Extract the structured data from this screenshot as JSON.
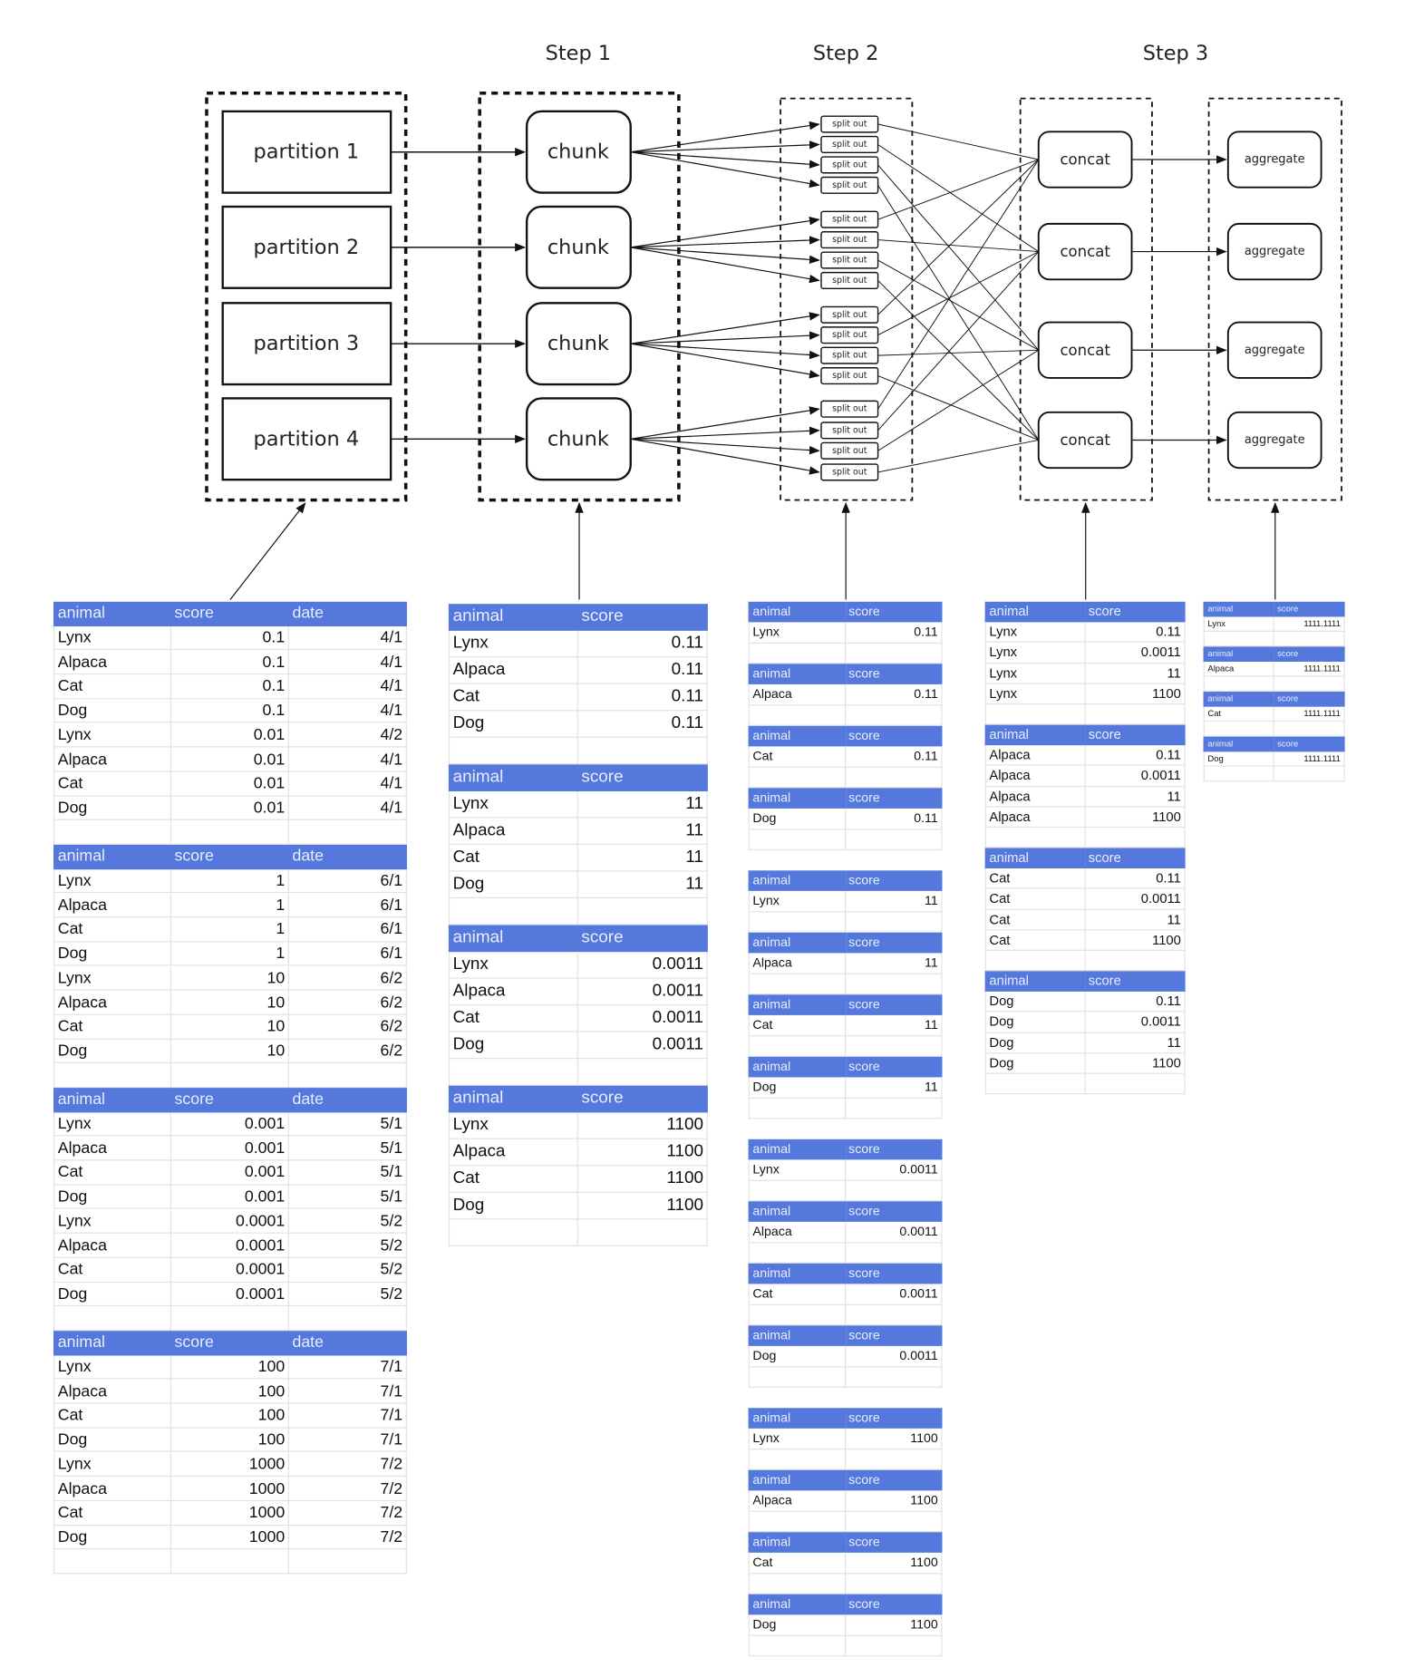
{
  "steps": [
    "Step 1",
    "Step 2",
    "Step 3"
  ],
  "nodes": {
    "partitions": [
      "partition 1",
      "partition 2",
      "partition 3",
      "partition 4"
    ],
    "chunk_label": "chunk",
    "split_label": "split out",
    "concat_label": "concat",
    "aggregate_label": "aggregate"
  },
  "colors": {
    "header_bg": "#5478db",
    "header_text": "#e8eeff",
    "line": "#111111"
  },
  "tables": {
    "partitions": {
      "columns": [
        "animal",
        "score",
        "date"
      ],
      "groups": [
        [
          [
            "Lynx",
            "0.1",
            "4/1"
          ],
          [
            "Alpaca",
            "0.1",
            "4/1"
          ],
          [
            "Cat",
            "0.1",
            "4/1"
          ],
          [
            "Dog",
            "0.1",
            "4/1"
          ],
          [
            "Lynx",
            "0.01",
            "4/2"
          ],
          [
            "Alpaca",
            "0.01",
            "4/1"
          ],
          [
            "Cat",
            "0.01",
            "4/1"
          ],
          [
            "Dog",
            "0.01",
            "4/1"
          ]
        ],
        [
          [
            "Lynx",
            "1",
            "6/1"
          ],
          [
            "Alpaca",
            "1",
            "6/1"
          ],
          [
            "Cat",
            "1",
            "6/1"
          ],
          [
            "Dog",
            "1",
            "6/1"
          ],
          [
            "Lynx",
            "10",
            "6/2"
          ],
          [
            "Alpaca",
            "10",
            "6/2"
          ],
          [
            "Cat",
            "10",
            "6/2"
          ],
          [
            "Dog",
            "10",
            "6/2"
          ]
        ],
        [
          [
            "Lynx",
            "0.001",
            "5/1"
          ],
          [
            "Alpaca",
            "0.001",
            "5/1"
          ],
          [
            "Cat",
            "0.001",
            "5/1"
          ],
          [
            "Dog",
            "0.001",
            "5/1"
          ],
          [
            "Lynx",
            "0.0001",
            "5/2"
          ],
          [
            "Alpaca",
            "0.0001",
            "5/2"
          ],
          [
            "Cat",
            "0.0001",
            "5/2"
          ],
          [
            "Dog",
            "0.0001",
            "5/2"
          ]
        ],
        [
          [
            "Lynx",
            "100",
            "7/1"
          ],
          [
            "Alpaca",
            "100",
            "7/1"
          ],
          [
            "Cat",
            "100",
            "7/1"
          ],
          [
            "Dog",
            "100",
            "7/1"
          ],
          [
            "Lynx",
            "1000",
            "7/2"
          ],
          [
            "Alpaca",
            "1000",
            "7/2"
          ],
          [
            "Cat",
            "1000",
            "7/2"
          ],
          [
            "Dog",
            "1000",
            "7/2"
          ]
        ]
      ]
    },
    "chunks": {
      "columns": [
        "animal",
        "score"
      ],
      "groups": [
        [
          [
            "Lynx",
            "0.11"
          ],
          [
            "Alpaca",
            "0.11"
          ],
          [
            "Cat",
            "0.11"
          ],
          [
            "Dog",
            "0.11"
          ]
        ],
        [
          [
            "Lynx",
            "11"
          ],
          [
            "Alpaca",
            "11"
          ],
          [
            "Cat",
            "11"
          ],
          [
            "Dog",
            "11"
          ]
        ],
        [
          [
            "Lynx",
            "0.0011"
          ],
          [
            "Alpaca",
            "0.0011"
          ],
          [
            "Cat",
            "0.0011"
          ],
          [
            "Dog",
            "0.0011"
          ]
        ],
        [
          [
            "Lynx",
            "1100"
          ],
          [
            "Alpaca",
            "1100"
          ],
          [
            "Cat",
            "1100"
          ],
          [
            "Dog",
            "1100"
          ]
        ]
      ]
    },
    "split_outs": {
      "columns": [
        "animal",
        "score"
      ],
      "groups": [
        [
          [
            "Lynx",
            "0.11"
          ]
        ],
        [
          [
            "Alpaca",
            "0.11"
          ]
        ],
        [
          [
            "Cat",
            "0.11"
          ]
        ],
        [
          [
            "Dog",
            "0.11"
          ]
        ],
        [
          [
            "Lynx",
            "11"
          ]
        ],
        [
          [
            "Alpaca",
            "11"
          ]
        ],
        [
          [
            "Cat",
            "11"
          ]
        ],
        [
          [
            "Dog",
            "11"
          ]
        ],
        [
          [
            "Lynx",
            "0.0011"
          ]
        ],
        [
          [
            "Alpaca",
            "0.0011"
          ]
        ],
        [
          [
            "Cat",
            "0.0011"
          ]
        ],
        [
          [
            "Dog",
            "0.0011"
          ]
        ],
        [
          [
            "Lynx",
            "1100"
          ]
        ],
        [
          [
            "Alpaca",
            "1100"
          ]
        ],
        [
          [
            "Cat",
            "1100"
          ]
        ],
        [
          [
            "Dog",
            "1100"
          ]
        ]
      ]
    },
    "concats": {
      "columns": [
        "animal",
        "score"
      ],
      "groups": [
        [
          [
            "Lynx",
            "0.11"
          ],
          [
            "Lynx",
            "0.0011"
          ],
          [
            "Lynx",
            "11"
          ],
          [
            "Lynx",
            "1100"
          ]
        ],
        [
          [
            "Alpaca",
            "0.11"
          ],
          [
            "Alpaca",
            "0.0011"
          ],
          [
            "Alpaca",
            "11"
          ],
          [
            "Alpaca",
            "1100"
          ]
        ],
        [
          [
            "Cat",
            "0.11"
          ],
          [
            "Cat",
            "0.0011"
          ],
          [
            "Cat",
            "11"
          ],
          [
            "Cat",
            "1100"
          ]
        ],
        [
          [
            "Dog",
            "0.11"
          ],
          [
            "Dog",
            "0.0011"
          ],
          [
            "Dog",
            "11"
          ],
          [
            "Dog",
            "1100"
          ]
        ]
      ]
    },
    "aggregates": {
      "columns": [
        "animal",
        "score"
      ],
      "groups": [
        [
          [
            "Lynx",
            "1111.1111"
          ]
        ],
        [
          [
            "Alpaca",
            "1111.1111"
          ]
        ],
        [
          [
            "Cat",
            "1111.1111"
          ]
        ],
        [
          [
            "Dog",
            "1111.1111"
          ]
        ]
      ]
    }
  }
}
